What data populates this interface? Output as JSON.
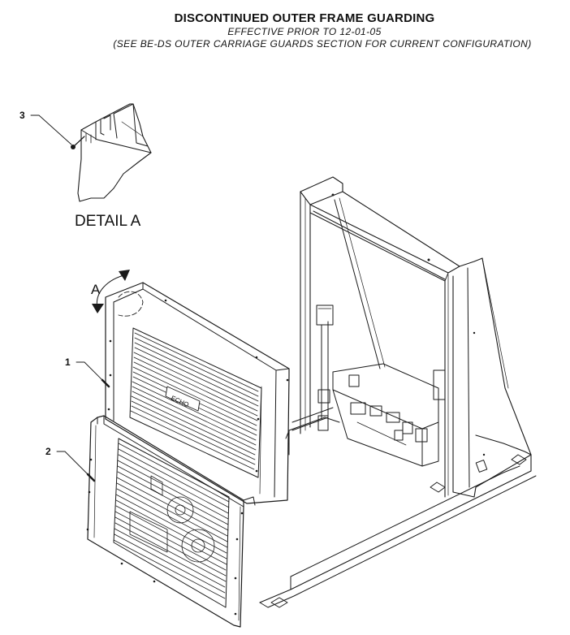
{
  "header": {
    "title": "DISCONTINUED OUTER FRAME GUARDING",
    "effective": "EFFECTIVE PRIOR TO 12-01-05",
    "note": "(SEE BE-DS OUTER CARRIAGE GUARDS SECTION FOR CURRENT CONFIGURATION)"
  },
  "detail": {
    "caption": "DETAIL  A",
    "callout_letter": "A"
  },
  "callouts": [
    {
      "id": "1",
      "label": "1",
      "part": "upper-guard-panel"
    },
    {
      "id": "2",
      "label": "2",
      "part": "lower-guard-panel"
    },
    {
      "id": "3",
      "label": "3",
      "part": "screw"
    }
  ],
  "colors": {
    "line": "#1a1a1a",
    "paper": "#ffffff"
  }
}
